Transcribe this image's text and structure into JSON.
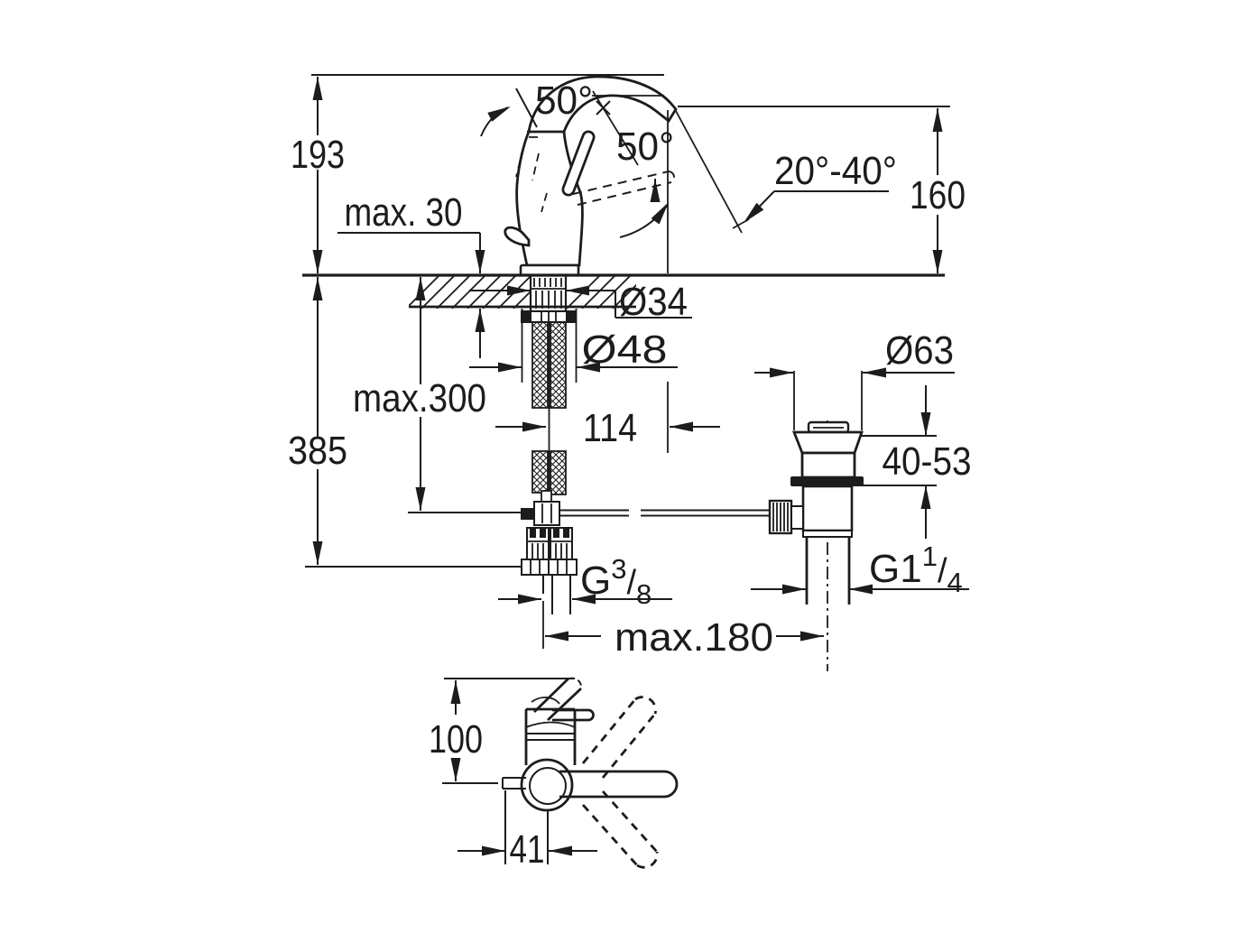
{
  "drawing_title": "Basin mixer technical dimension drawing",
  "colors": {
    "line": "#1c1c1c",
    "background": "#ffffff"
  },
  "labels": {
    "height_total": "193",
    "deck_thickness": "max. 30",
    "handle_angle_open": "50°",
    "handle_angle": "50°",
    "spray_angle": "20°-40°",
    "spout_height": "160",
    "below_deck_total": "385",
    "hose_length": "max.300",
    "shank_diameter": "Ø34",
    "hole_diameter": "Ø48",
    "spout_reach": "114",
    "waste_flange_diameter": "Ø63",
    "deck_clamp_range": "40-53",
    "waste_offset": "max.180",
    "top_view_depth": "100",
    "handle_center_offset": "41",
    "supply_thread_g": "G",
    "supply_thread_num": "3",
    "supply_thread_slash": "/",
    "supply_thread_den": "8",
    "waste_thread_g": "G1",
    "waste_thread_num": "1",
    "waste_thread_slash": "/",
    "waste_thread_den": "4"
  }
}
